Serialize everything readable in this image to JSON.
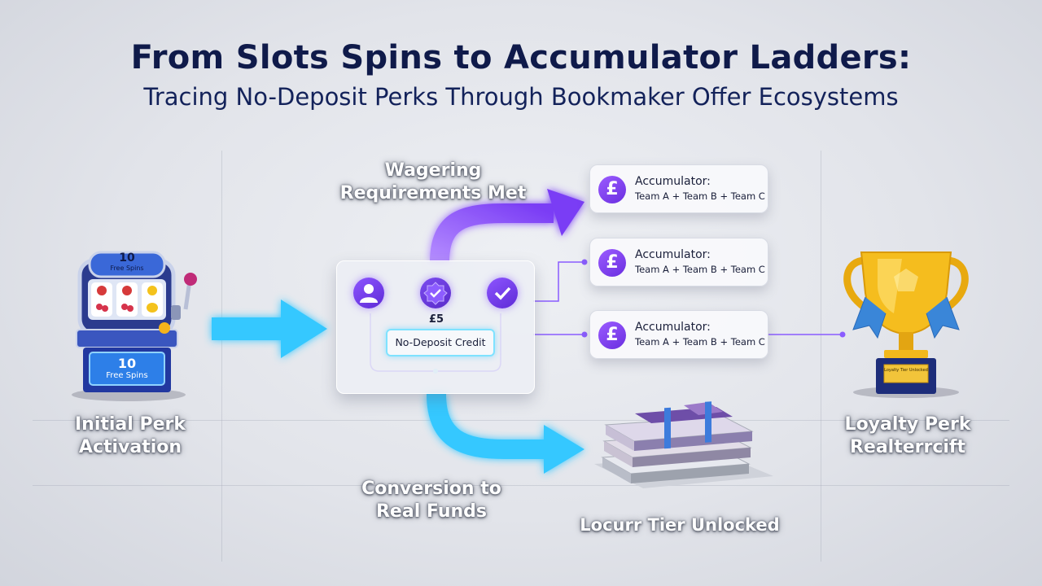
{
  "header": {
    "title": "From Slots Spins to Accumulator Ladders:",
    "subtitle": "Tracing No-Deposit Perks Through Bookmaker Offer Ecosystems"
  },
  "slot_machine": {
    "top_screen": "10\nFree Spins",
    "top_number": "10",
    "top_text": "Free Spins",
    "bottom_number": "10",
    "bottom_text": "Free Spins"
  },
  "labels": {
    "initial_perk": "Initial Perk\nActivation",
    "initial_line1": "Initial Perk",
    "initial_line2": "Activation",
    "wagering_line1": "Wagering",
    "wagering_line2": "Requirements Met",
    "conversion_line1": "Conversion to",
    "conversion_line2": "Real Funds",
    "tier_unlocked": "Locurr Tier Unlocked",
    "loyalty_line1": "Loyalty Perk",
    "loyalty_line2": "Realterrcift"
  },
  "hub": {
    "amount": "£5",
    "credit_label": "No-Deposit Credit"
  },
  "accumulators": [
    {
      "icon": "£",
      "title": "Accumulator:",
      "teams": "Team A + Team B + Team C"
    },
    {
      "icon": "£",
      "title": "Accumulator:",
      "teams": "Team A + Team B + Team C"
    },
    {
      "icon": "£",
      "title": "Accumulator:",
      "teams": "Team A + Team B + Team C"
    }
  ],
  "trophy": {
    "plaque": "Loyalty Tier Unlocked"
  },
  "colors": {
    "cyan_arrow": "#35c8ff",
    "purple_arrow": "#8a4dff",
    "title_navy": "#0f1a4a"
  }
}
